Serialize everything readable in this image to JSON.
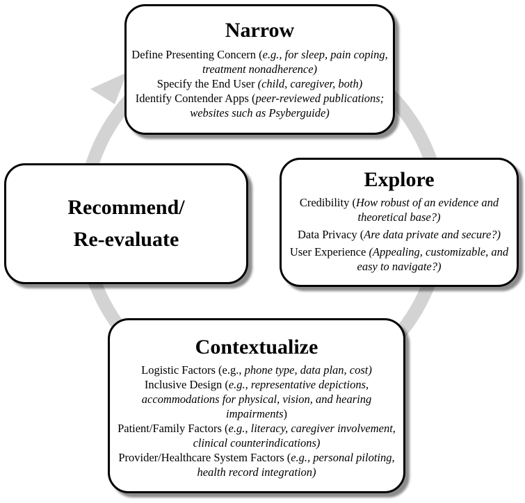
{
  "colors": {
    "arrow": "#d3d3d3",
    "box_border": "#000000",
    "box_fill": "#ffffff"
  },
  "narrow": {
    "title": "Narrow",
    "items": [
      {
        "text": "Define Presenting Concern (",
        "italic": "e.g., for sleep, pain coping, treatment nonadherence)"
      },
      {
        "text": "Specify the End User ",
        "italic": "(child, caregiver, both)"
      },
      {
        "text": "Identify Contender Apps (",
        "italic": "peer-reviewed publications; websites such as Psyberguide)"
      }
    ]
  },
  "explore": {
    "title": "Explore",
    "items": [
      {
        "text": "Credibility (",
        "italic": "How robust of  an evidence and theoretical base?)"
      },
      {
        "text": "Data Privacy (",
        "italic": "Are data private and secure?)"
      },
      {
        "text": "User Experience ",
        "italic": "(Appealing, customizable, and easy to navigate?)"
      }
    ]
  },
  "recommend": {
    "title_line1": "Recommend/",
    "title_line2": "Re-evaluate"
  },
  "contextualize": {
    "title": "Contextualize",
    "items": [
      {
        "text": "Logistic Factors (e.g., ",
        "italic": "phone type, data plan, cost)",
        "tail": ""
      },
      {
        "text": "Inclusive Design (",
        "italic": "e.g., representative depictions, accommodations for physical, vision, and hearing impairments",
        "tail": ")"
      },
      {
        "text": "Patient/Family Factors (",
        "italic": "e.g., literacy, caregiver involvement, clinical counterindications)",
        "tail": ""
      },
      {
        "text": "Provider/Healthcare System Factors (",
        "italic": "e.g., personal piloting, health record integration)",
        "tail": ""
      }
    ]
  }
}
